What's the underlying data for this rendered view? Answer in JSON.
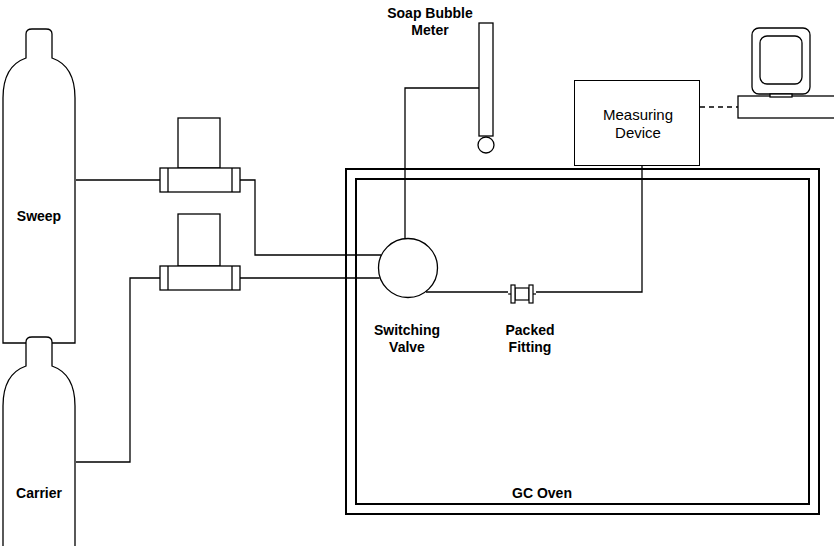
{
  "diagram": {
    "nodes": [
      {
        "text": [
          "Soap Bubble Meter"
        ]
      },
      {
        "text": [
          "Measuring Device"
        ]
      },
      {
        "text": [
          "Sweep"
        ]
      },
      {
        "text": [
          "GC Oven"
        ]
      },
      {
        "text": [
          "Switching Valve"
        ],
        "in": 3
      },
      {
        "text": [
          "Packed Fitting"
        ],
        "in": 3
      },
      {
        "text": [
          "Carrier"
        ]
      }
    ],
    "edges": [
      {
        "from": 2,
        "to": 4,
        "arrow": "none"
      },
      {
        "from": 6,
        "to": 4,
        "arrow": "none"
      },
      {
        "from": 4,
        "to": 0,
        "arrow": "none"
      },
      {
        "from": 4,
        "to": 5,
        "arrow": "none"
      },
      {
        "from": 5,
        "to": 1,
        "arrow": "none"
      }
    ]
  }
}
